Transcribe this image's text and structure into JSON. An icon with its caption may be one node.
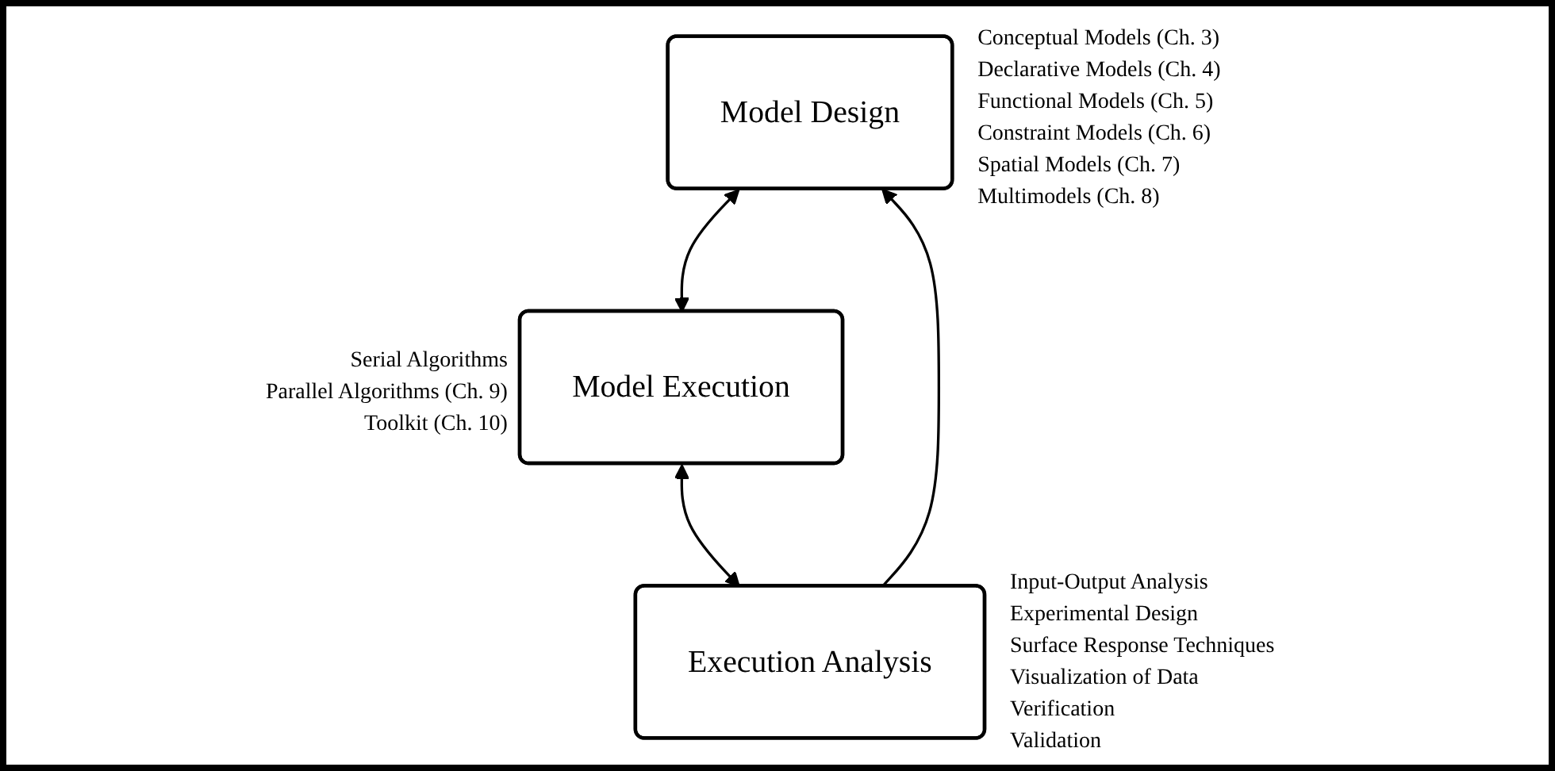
{
  "diagram": {
    "nodes": [
      {
        "text": [
          "Model Design"
        ],
        "beside": [
          "Conceptual Models (Ch. 3)",
          "Declarative Models (Ch. 4)",
          "Functional Models (Ch. 5)",
          "Constraint Models (Ch. 6)",
          "Spatial Models (Ch. 7)",
          "Multimodels (Ch. 8)"
        ]
      },
      {
        "text": [
          "Model Execution"
        ],
        "beside": [
          "Serial Algorithms",
          "Parallel Algorithms (Ch. 9)",
          "Toolkit (Ch. 10)"
        ]
      },
      {
        "text": [
          "Execution Analysis"
        ],
        "beside": [
          "Input-Output Analysis",
          "Experimental Design",
          "Surface Response Techniques",
          "Visualization of Data",
          "Verification",
          "Validation"
        ]
      }
    ],
    "edges": [
      {
        "from": 0,
        "to": 1,
        "arrow": "both"
      },
      {
        "from": 2,
        "to": 0,
        "arrow": "to"
      },
      {
        "from": 1,
        "to": 2,
        "arrow": "both"
      }
    ]
  }
}
